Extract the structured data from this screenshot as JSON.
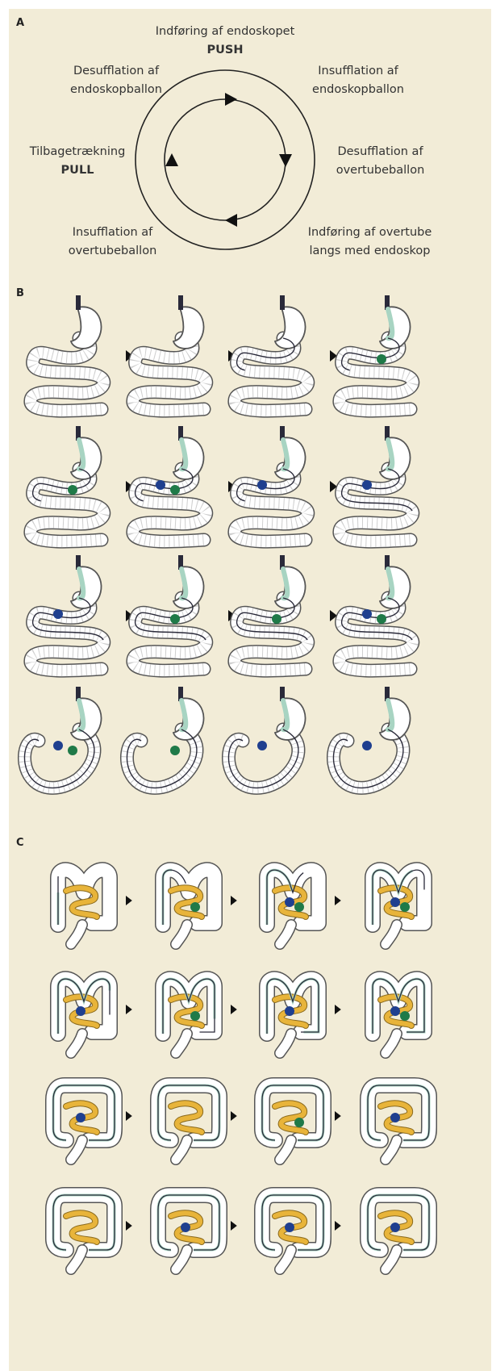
{
  "sections": {
    "a": {
      "label": "A",
      "steps": [
        {
          "line1": "Indføring af endoskopet",
          "line2": "PUSH"
        },
        {
          "line1": "Insufflation af",
          "line2": "endoskopballon"
        },
        {
          "line1": "Desufflation af",
          "line2": "overtubeballon"
        },
        {
          "line1": "Indføring af overtube",
          "line2": "langs med endoskop"
        },
        {
          "line1": "Insufflation af",
          "line2": "overtubeballon"
        },
        {
          "line1": "Tilbagetrækning",
          "line2": "PULL"
        },
        {
          "line1": "Desufflation af",
          "line2": "endoskopballon"
        }
      ]
    },
    "b": {
      "label": "B",
      "rows": [
        {
          "panels": [
            {
              "scope": "none",
              "tube": false,
              "blue": false,
              "green": false
            },
            {
              "scope": "none",
              "tube": false,
              "blue": false,
              "green": false
            },
            {
              "scope": "deep",
              "tube": false,
              "blue": false,
              "green": false
            },
            {
              "scope": "deep",
              "tube": true,
              "blue": false,
              "green": true
            }
          ]
        },
        {
          "panels": [
            {
              "scope": "deep",
              "tube": true,
              "blue": false,
              "green": true
            },
            {
              "scope": "deep",
              "tube": true,
              "blue": true,
              "green": true
            },
            {
              "scope": "deep",
              "tube": true,
              "blue": true,
              "green": false
            },
            {
              "scope": "deeper",
              "tube": true,
              "blue": true,
              "green": false
            }
          ]
        },
        {
          "panels": [
            {
              "scope": "deeper",
              "tube": true,
              "blue": true,
              "green": false
            },
            {
              "scope": "deeper",
              "tube": true,
              "blue": false,
              "green": true
            },
            {
              "scope": "deeper",
              "tube": true,
              "blue": false,
              "green": true
            },
            {
              "scope": "deeper",
              "tube": true,
              "blue": true,
              "green": true
            }
          ]
        },
        {
          "panels": [
            {
              "scope": "straight",
              "tube": true,
              "blue": true,
              "green": true
            },
            {
              "scope": "straight",
              "tube": true,
              "blue": false,
              "green": true
            },
            {
              "scope": "straight",
              "tube": true,
              "blue": true,
              "green": false
            },
            {
              "scope": "straight",
              "tube": true,
              "blue": true,
              "green": false
            }
          ]
        }
      ]
    },
    "c": {
      "label": "C",
      "rows": [
        {
          "shape": "M",
          "panels": [
            {
              "blue": false,
              "green": false
            },
            {
              "blue": false,
              "green": true
            },
            {
              "blue": true,
              "green": true
            },
            {
              "blue": true,
              "green": true
            }
          ]
        },
        {
          "shape": "M",
          "panels": [
            {
              "blue": true,
              "green": false
            },
            {
              "blue": false,
              "green": true
            },
            {
              "blue": true,
              "green": false
            },
            {
              "blue": true,
              "green": true
            }
          ]
        },
        {
          "shape": "O",
          "panels": [
            {
              "blue": true,
              "green": false
            },
            {
              "blue": false,
              "green": false
            },
            {
              "blue": false,
              "green": true
            },
            {
              "blue": true,
              "green": false
            }
          ]
        },
        {
          "shape": "O",
          "panels": [
            {
              "blue": false,
              "green": false
            },
            {
              "blue": true,
              "green": false
            },
            {
              "blue": true,
              "green": false
            },
            {
              "blue": true,
              "green": false
            }
          ]
        }
      ]
    }
  },
  "colors": {
    "background": "#f2ecd7",
    "stomach": "#ffffff",
    "outline": "#555555",
    "scope": "#2a2a3a",
    "overtube": "#a8d4c2",
    "blue_balloon": "#1f3f8f",
    "green_balloon": "#1f7a48",
    "small_bowel": "#e8b43a",
    "arrow": "#111111"
  }
}
